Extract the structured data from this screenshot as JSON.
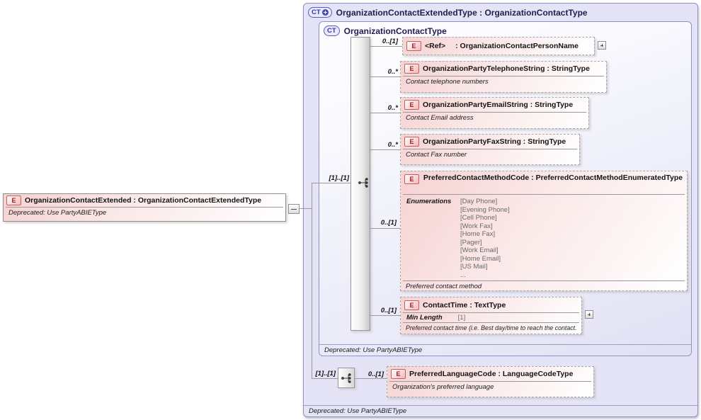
{
  "separator": " : ",
  "colors": {
    "element_fill": "#f6d2d2",
    "type_fill": "#e4e4f6",
    "element_badge_text": "#9c1c1c",
    "type_badge_text": "#3636ae",
    "connector": "#9a9a9a"
  },
  "root": {
    "badge": "E",
    "name": "OrganizationContactExtended",
    "type": "OrganizationContactExtendedType",
    "annotation": "Deprecated: Use PartyABIEType"
  },
  "outer": {
    "badge": "CT",
    "title": "OrganizationContactExtendedType : OrganizationContactType",
    "annotation": "Deprecated: Use PartyABIEType"
  },
  "inner": {
    "badge": "CT",
    "title": "OrganizationContactType",
    "annotation": "Deprecated: Use PartyABIEType"
  },
  "sequence1": {
    "occurs": "[1]..[1]"
  },
  "sequence2": {
    "occurs": "[1]..[1]"
  },
  "elements": [
    {
      "cardinality": "0..[1]",
      "badge": "E",
      "name": "<Ref>",
      "type": "OrganizationContactPersonName"
    },
    {
      "cardinality": "0..*",
      "badge": "E",
      "name": "OrganizationPartyTelephoneString",
      "type": "StringType",
      "annotation": "Contact telephone numbers"
    },
    {
      "cardinality": "0..*",
      "badge": "E",
      "name": "OrganizationPartyEmailString",
      "type": "StringType",
      "annotation": "Contact Email address"
    },
    {
      "cardinality": "0..*",
      "badge": "E",
      "name": "OrganizationPartyFaxString",
      "type": "StringType",
      "annotation": "Contact Fax number"
    },
    {
      "cardinality": "0..[1]",
      "badge": "E",
      "name": "PreferredContactMethodCode",
      "type": "PreferredContactMethodEnumeratedType",
      "enumerations_label": "Enumerations",
      "enumerations": [
        "[Day Phone]",
        "[Evening Phone]",
        "[Cell Phone]",
        "[Work Fax]",
        "[Home Fax]",
        "[Pager]",
        "[Work Email]",
        "[Home Email]",
        "[US Mail]",
        "..."
      ],
      "annotation": "Preferred contact method"
    },
    {
      "cardinality": "0..[1]",
      "badge": "E",
      "name": "ContactTime",
      "type": "TextType",
      "facet_label": "Min Length",
      "facet_value": "[1]",
      "annotation": "Preferred contact time (i.e. Best day/time to reach the contact."
    }
  ],
  "language_element": {
    "cardinality": "0..[1]",
    "badge": "E",
    "name": "PreferredLanguageCode",
    "type": "LanguageCodeType",
    "annotation": "Organization's preferred language"
  }
}
